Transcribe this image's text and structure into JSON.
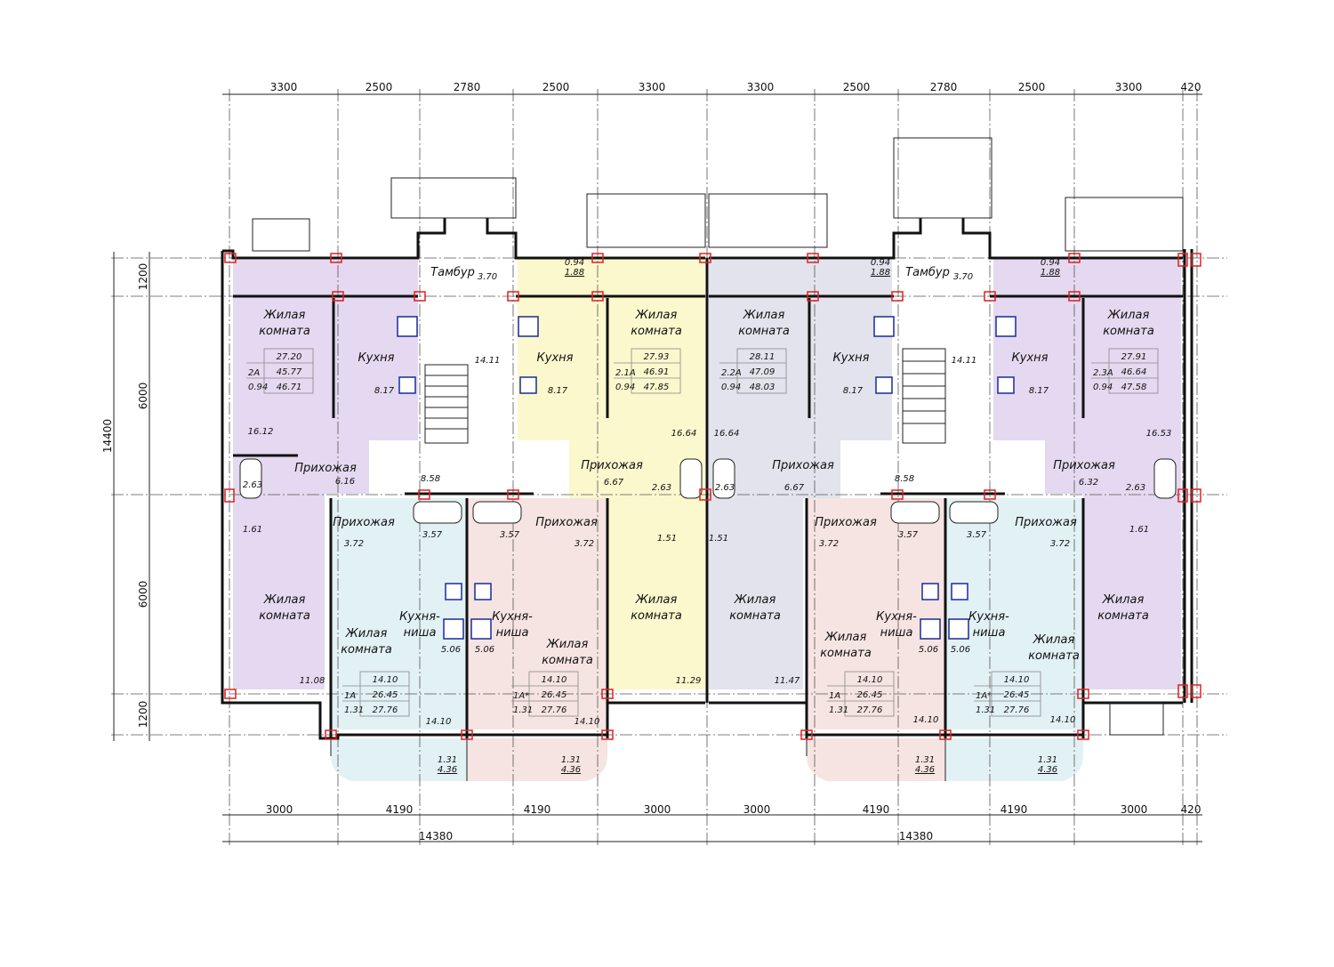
{
  "dimensions": {
    "top": [
      "3300",
      "2500",
      "2780",
      "2500",
      "3300",
      "3300",
      "2500",
      "2780",
      "2500",
      "3300",
      "420"
    ],
    "bottom": [
      "3000",
      "4190",
      "4190",
      "3000",
      "3000",
      "4190",
      "4190",
      "3000",
      "420"
    ],
    "bottom_total": [
      "14380",
      "14380"
    ],
    "left": [
      "1200",
      "6000",
      "6000",
      "1200"
    ],
    "left_total": "14400"
  },
  "colors": {
    "purple": "#e4d9f0",
    "lightblue": "#e2f1f4",
    "pink": "#f6e4e2",
    "yellow": "#fbf8cd",
    "gray": "#e2e3ec",
    "axis_marker": "#e02020"
  },
  "rooms": [
    {
      "label": "Жилая\nкомната",
      "area": "16.12"
    },
    {
      "label": "Кухня",
      "area": "8.17"
    },
    {
      "label": "Прихожая",
      "area": "6.16"
    },
    {
      "label": "",
      "area": "2.63"
    },
    {
      "label": "",
      "area": "1.61"
    },
    {
      "label": "Жилая\nкомната",
      "area": "11.08"
    },
    {
      "label": "Тамбур",
      "area": "3.70"
    },
    {
      "label": "",
      "area": "14.11"
    },
    {
      "label": "",
      "area": "8.58"
    },
    {
      "label": "Кухня",
      "area": "8.17"
    },
    {
      "label": "Жилая\nкомната",
      "area": "16.64"
    },
    {
      "label": "Прихожая",
      "area": "6.67"
    },
    {
      "label": "",
      "area": "2.63"
    },
    {
      "label": "",
      "area": "1.51"
    },
    {
      "label": "Жилая\nкомната",
      "area": "11.29"
    },
    {
      "label": "Прихожая",
      "area": "3.72"
    },
    {
      "label": "",
      "area": "3.57"
    },
    {
      "label": "Кухня-\nниша",
      "area": "5.06"
    },
    {
      "label": "Жилая\nкомната",
      "area": "14.10"
    },
    {
      "label": "Прихожая",
      "area": "3.72"
    },
    {
      "label": "",
      "area": "3.57"
    },
    {
      "label": "Кухня-\nниша",
      "area": "5.06"
    },
    {
      "label": "Жилая\nкомната",
      "area": "14.10"
    },
    {
      "label": "Жилая\nкомната",
      "area": "16.64"
    },
    {
      "label": "Кухня",
      "area": "8.17"
    },
    {
      "label": "Прихожая",
      "area": "6.67"
    },
    {
      "label": "",
      "area": "2.63"
    },
    {
      "label": "",
      "area": "1.51"
    },
    {
      "label": "Жилая\nкомната",
      "area": "11.47"
    },
    {
      "label": "Тамбур",
      "area": "3.70"
    },
    {
      "label": "",
      "area": "14.11"
    },
    {
      "label": "",
      "area": "8.58"
    },
    {
      "label": "Кухня",
      "area": "8.17"
    },
    {
      "label": "Жилая\nкомната",
      "area": "16.53"
    },
    {
      "label": "Прихожая",
      "area": "6.32"
    },
    {
      "label": "",
      "area": "2.63"
    },
    {
      "label": "",
      "area": "1.61"
    },
    {
      "label": "Жилая\nкомната",
      "area": ""
    },
    {
      "label": "Прихожая",
      "area": "3.72"
    },
    {
      "label": "",
      "area": "3.57"
    },
    {
      "label": "Кухня-\nниша",
      "area": "5.06"
    },
    {
      "label": "Жилая\nкомната",
      "area": "14.10"
    },
    {
      "label": "Прихожая",
      "area": "3.72"
    },
    {
      "label": "",
      "area": "3.57"
    },
    {
      "label": "Кухня-\nниша",
      "area": "5.06"
    },
    {
      "label": "Жилая\nкомната",
      "area": "14.10"
    }
  ],
  "loggias": [
    {
      "a": "0.94",
      "b": "1.88"
    },
    {
      "a": "0.94",
      "b": "1.88"
    },
    {
      "a": "0.94",
      "b": "1.88"
    },
    {
      "a": "1.31",
      "b": "4.36"
    },
    {
      "a": "1.31",
      "b": "4.36"
    },
    {
      "a": "1.31",
      "b": "4.36"
    },
    {
      "a": "1.31",
      "b": "4.36"
    }
  ],
  "apartments": [
    {
      "code": "2A",
      "live": "27.20",
      "total": "45.77",
      "k": "0.94",
      "sum": "46.71"
    },
    {
      "code": "2.1A",
      "live": "27.93",
      "total": "46.91",
      "k": "0.94",
      "sum": "47.85"
    },
    {
      "code": "2.2A",
      "live": "28.11",
      "total": "47.09",
      "k": "0.94",
      "sum": "48.03"
    },
    {
      "code": "2.3A",
      "live": "27.91",
      "total": "46.64",
      "k": "0.94",
      "sum": "47.58"
    },
    {
      "code": "1A",
      "live": "14.10",
      "total": "26.45",
      "k": "1.31",
      "sum": "27.76"
    },
    {
      "code": "1A*",
      "live": "14.10",
      "total": "26.45",
      "k": "1.31",
      "sum": "27.76"
    },
    {
      "code": "1A",
      "live": "14.10",
      "total": "26.45",
      "k": "1.31",
      "sum": "27.76"
    },
    {
      "code": "1A*",
      "live": "14.10",
      "total": "26.45",
      "k": "1.31",
      "sum": "27.76"
    }
  ]
}
